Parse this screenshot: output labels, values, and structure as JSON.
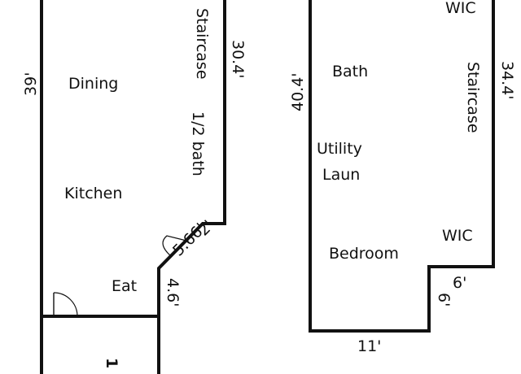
{
  "floor_plan": {
    "left_unit": {
      "rooms": {
        "dining": "Dining",
        "kitchen": "Kitchen",
        "eat": "Eat",
        "staircase": "Staircase",
        "half_bath": "1/2 bath"
      },
      "dimensions": {
        "height": "39'",
        "right_wall": "30.4'",
        "diagonal": "5.66'",
        "step": "2'",
        "lower_right": "4.6'"
      },
      "partial_label": "1"
    },
    "right_unit": {
      "rooms": {
        "wic_top": "WIC",
        "bath": "Bath",
        "staircase": "Staircase",
        "utility": "Utility",
        "laundry": "Laun",
        "wic_bottom": "WIC",
        "bedroom": "Bedroom"
      },
      "dimensions": {
        "left_wall": "40.4'",
        "right_wall": "34.4'",
        "notch_width": "6'",
        "notch_height": "6'",
        "bottom": "11'"
      }
    }
  }
}
